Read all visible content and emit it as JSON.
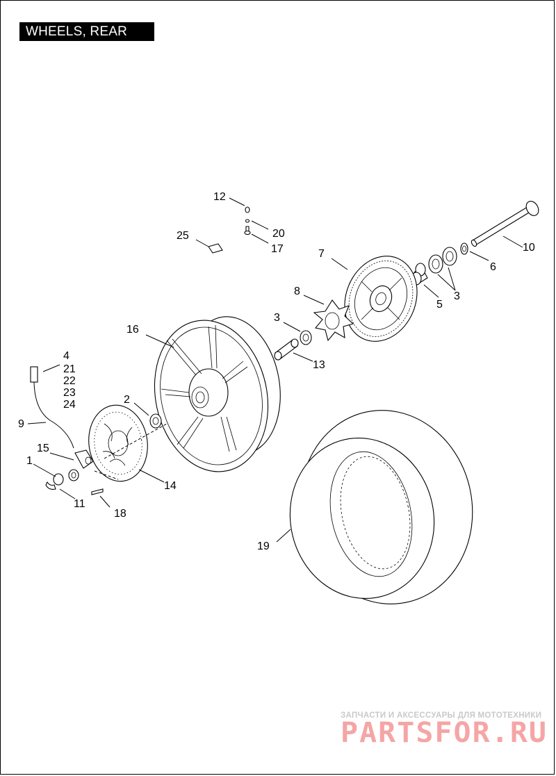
{
  "title": "WHEELS, REAR",
  "callouts": {
    "c1": "1",
    "c2": "2",
    "c3a": "3",
    "c3b": "3",
    "c4": "4",
    "c5": "5",
    "c6": "6",
    "c7": "7",
    "c8": "8",
    "c9": "9",
    "c10": "10",
    "c11": "11",
    "c12": "12",
    "c13": "13",
    "c14": "14",
    "c15": "15",
    "c16": "16",
    "c17": "17",
    "c18": "18",
    "c19": "19",
    "c20": "20",
    "c21": "21",
    "c22": "22",
    "c23": "23",
    "c24": "24",
    "c25": "25"
  },
  "watermark": {
    "text": "ЗАПЧАСТИ И АКСЕССУАРЫ ДЛЯ МОТОТЕХНИКИ",
    "logo": "PARTSFOR.RU"
  }
}
